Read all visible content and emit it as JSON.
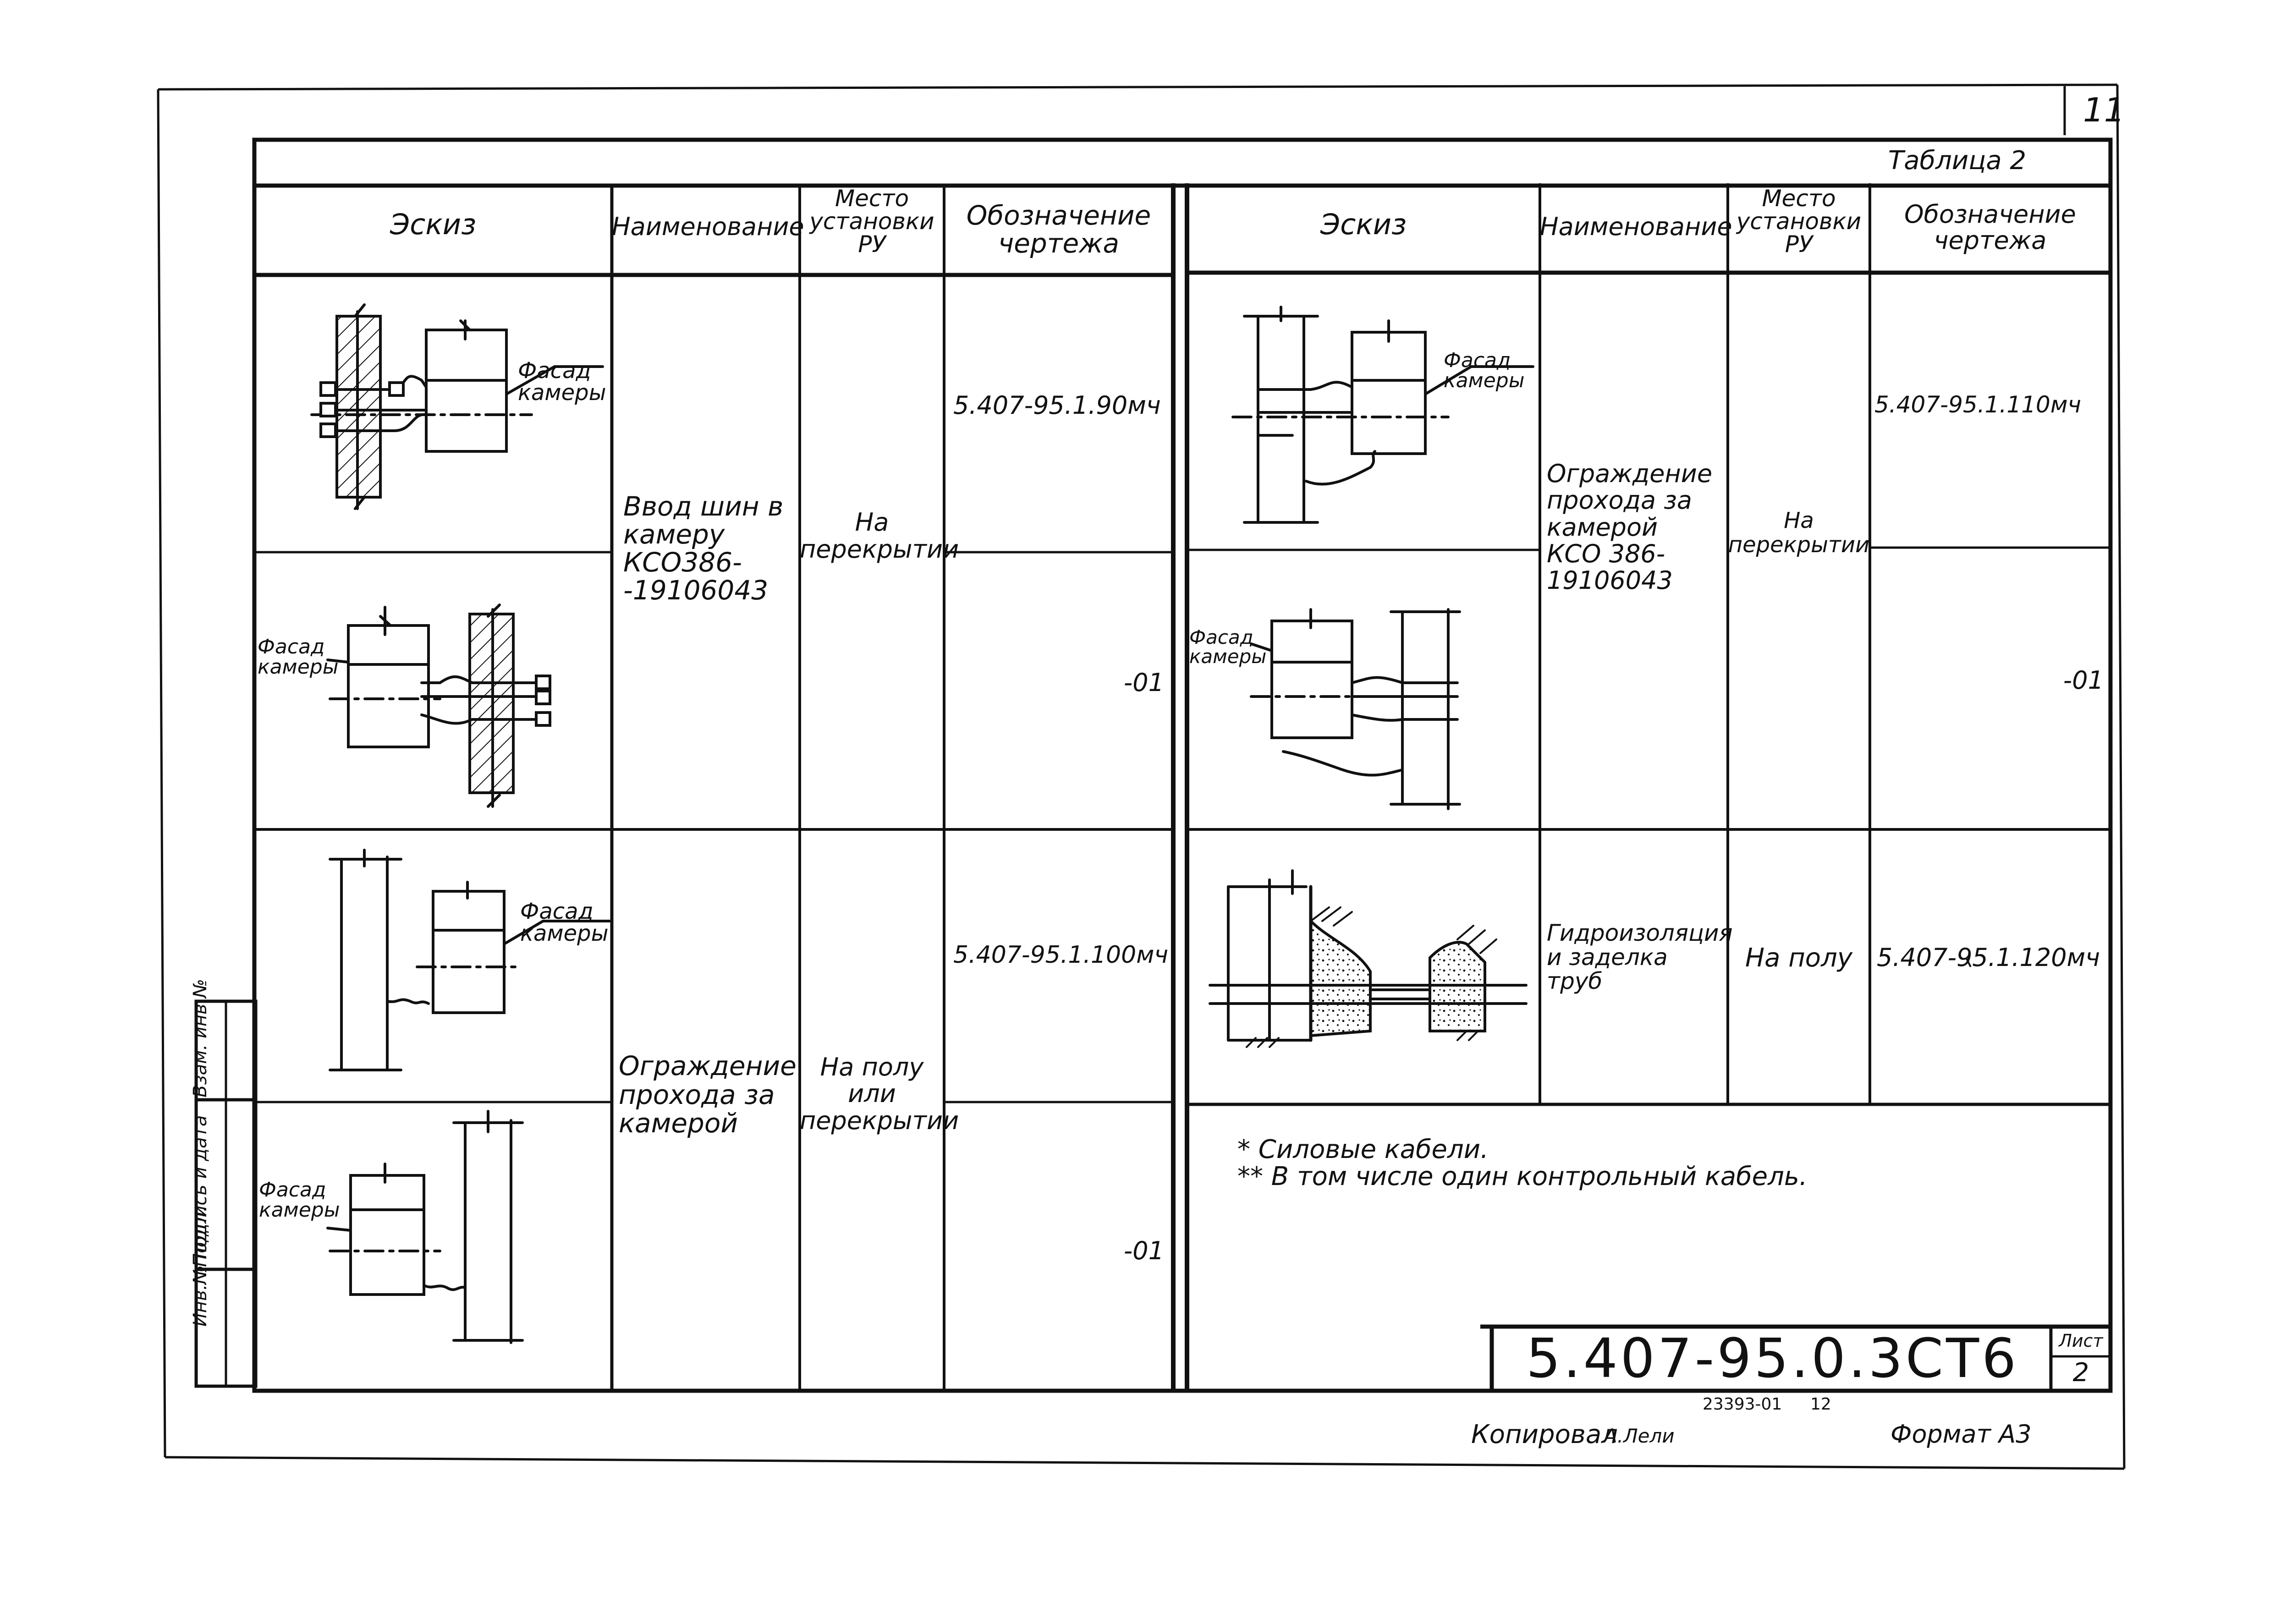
{
  "sheet_number": "11",
  "table_caption": "Таблица 2",
  "headers": {
    "sketch": "Эскиз",
    "name": "Наименование",
    "place": [
      "Место",
      "установки",
      "РУ"
    ],
    "designation": [
      "Обозначение",
      "чертежа"
    ]
  },
  "left_table": {
    "group1": {
      "name": [
        "Ввод шин в",
        "камеру",
        "КСО386-",
        "-19106043"
      ],
      "place": [
        "На",
        "перекрытии"
      ],
      "designation_1": "5.407-95.1.90мч",
      "designation_2": "-01",
      "sketch_label": [
        "Фасад",
        "камеры"
      ]
    },
    "group2": {
      "name": [
        "Ограждение",
        "прохода за",
        "камерой"
      ],
      "place": [
        "На полу",
        "или",
        "перекрытии"
      ],
      "designation_1": "5.407-95.1.100мч",
      "designation_2": "-01",
      "sketch_label": [
        "Фасад",
        "камеры"
      ]
    }
  },
  "right_table": {
    "group1": {
      "name": [
        "Ограждение",
        "прохода за",
        "камерой",
        "КСО 386-",
        "19106043"
      ],
      "place": [
        "На",
        "перекрытии"
      ],
      "designation_1": "5.407-95.1.110мч",
      "designation_2": "-01",
      "sketch_label": [
        "Фасад",
        "камеры"
      ]
    },
    "group2": {
      "name": [
        "Гидроизоляция",
        "и заделка",
        "труб"
      ],
      "place": "На полу",
      "designation_1": "5.407-95.1.120мч"
    }
  },
  "notes": [
    "* Силовые кабели.",
    "** В том числе один контрольный кабель."
  ],
  "stamp": {
    "designation": "5.407-95.0.3СТ6",
    "sheet_label": "Лист",
    "sheet_value": "2",
    "inventory_number": "23393-01",
    "inventory_sheet": "12"
  },
  "side_stamp": [
    "Инв.№ подл.",
    "Подпись и дата",
    "Взам. инв.№"
  ],
  "footer": {
    "copied": "Копировал",
    "copied_signature": "А.Лели",
    "format": "Формат А3"
  }
}
